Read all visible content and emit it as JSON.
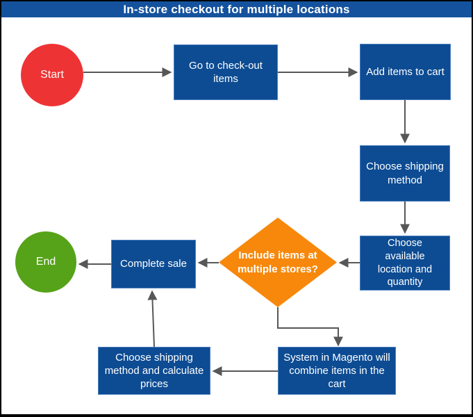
{
  "title": "In-store checkout for multiple locations",
  "colors": {
    "title_bar": "#14529E",
    "process_box": "#0D4C93",
    "process_border": "#4C7FBF",
    "start_circle": "#EE3335",
    "end_circle": "#56A319",
    "decision_diamond": "#F7880B",
    "connector": "#575757",
    "text": "#FFFFFF",
    "outer_border": "#000000"
  },
  "nodes": {
    "start": {
      "label": "Start",
      "type": "start"
    },
    "go_to_checkout": {
      "label": "Go to check-out items",
      "type": "process"
    },
    "add_items": {
      "label": "Add items to cart",
      "type": "process"
    },
    "choose_shipping": {
      "label": "Choose shipping method",
      "type": "process"
    },
    "choose_location": {
      "label": "Choose available location and quantity",
      "type": "process"
    },
    "decision": {
      "label": "Include items at multiple stores?",
      "type": "decision"
    },
    "complete_sale": {
      "label": "Complete sale",
      "type": "process"
    },
    "end": {
      "label": "End",
      "type": "end"
    },
    "combine_items": {
      "label": "System in Magento will combine items in the cart",
      "type": "process"
    },
    "shipping_prices": {
      "label": "Choose shipping method and calculate prices",
      "type": "process"
    }
  },
  "connections": [
    {
      "from": "start",
      "to": "go_to_checkout"
    },
    {
      "from": "go_to_checkout",
      "to": "add_items"
    },
    {
      "from": "add_items",
      "to": "choose_shipping"
    },
    {
      "from": "choose_shipping",
      "to": "choose_location"
    },
    {
      "from": "choose_location",
      "to": "decision"
    },
    {
      "from": "decision",
      "to": "complete_sale"
    },
    {
      "from": "complete_sale",
      "to": "end"
    },
    {
      "from": "decision",
      "to": "combine_items"
    },
    {
      "from": "combine_items",
      "to": "shipping_prices"
    },
    {
      "from": "shipping_prices",
      "to": "complete_sale"
    }
  ]
}
